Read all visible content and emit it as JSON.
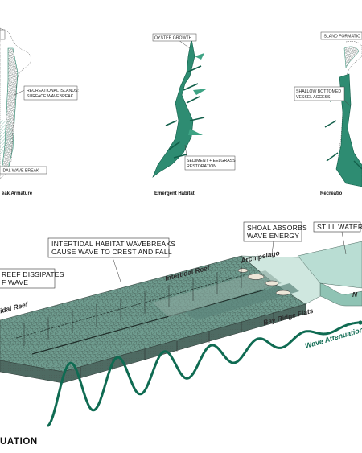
{
  "colors": {
    "reef": "#2e8c72",
    "reef_dark": "#125f4a",
    "water": "#b9ddd3",
    "wave": "#0f6b52"
  },
  "panels": [
    {
      "caption": "eak Armature",
      "labels": [
        "RECREATIONAL ISLANDS:",
        "SURFACE WAVEBREAK",
        "IDAL WAVE BREAK"
      ]
    },
    {
      "caption": "Emergent Habitat",
      "labels": [
        "OYSTER GROWTH",
        "SEDIMENT + EELGRASS",
        "RESTORATION"
      ]
    },
    {
      "caption": "Recreatio",
      "labels": [
        "ISLAND FORMATIO",
        "SHALLOW BOTTOMED",
        "VESSEL ACCESS"
      ]
    }
  ],
  "callouts": {
    "intertidal_line1": "INTERTIDAL HABITAT WAVEBREAKS",
    "intertidal_line2": "CAUSE WAVE TO CREST AND FALL",
    "reef_line1": "REEF DISSIPATES",
    "reef_line2": "F WAVE",
    "shoal_line1": "SHOAL ABSORBS",
    "shoal_line2": "WAVE ENERGY",
    "still_water": "STILL WATER"
  },
  "place_labels": {
    "intertidal_reef": "Intertidal Reef",
    "archipelago": "Archipelago",
    "tidal_reef": "tidal Reef",
    "bay_ridge_flats": "Bay Ridge Flats",
    "edge_letter": "N"
  },
  "wave": {
    "label": "Wave Attenuation"
  },
  "bottom_title": "UATION"
}
